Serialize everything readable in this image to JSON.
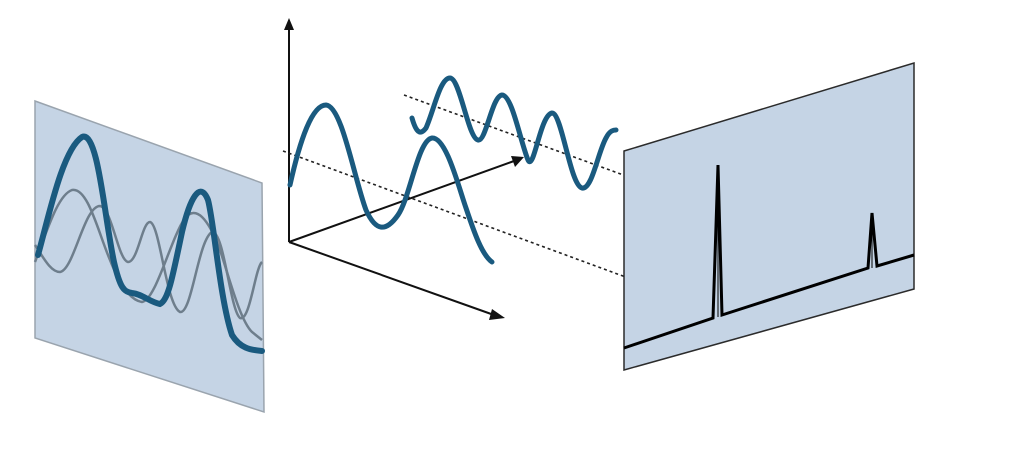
{
  "colors": {
    "background": "#ffffff",
    "panel_fill": "#c5d4e5",
    "panel_stroke": "#2b2b2b",
    "time_panel_stroke": "#9aa4ae",
    "wave": "#1a5a7f",
    "component_thin": "#6e7e8c",
    "axis": "#111111",
    "spectrum_line": "#000000",
    "projection_line": "#222222"
  },
  "panels": {
    "time_domain": {
      "composite_signal": "thick-blue-wave",
      "components": [
        "thin-gray-wave-low",
        "thin-gray-wave-high"
      ]
    },
    "frequency_domain": {
      "peaks": [
        {
          "name": "low-frequency-peak",
          "relative_height": 1.0
        },
        {
          "name": "high-frequency-peak",
          "relative_height": 0.42
        }
      ]
    }
  },
  "axes": {
    "count": 3,
    "arrowheads": true
  },
  "sinusoids": [
    {
      "name": "low-frequency-sinusoid",
      "relative_frequency": 1
    },
    {
      "name": "high-frequency-sinusoid",
      "relative_frequency": 2
    }
  ],
  "projection_lines": {
    "style": "dotted",
    "count": 2
  }
}
